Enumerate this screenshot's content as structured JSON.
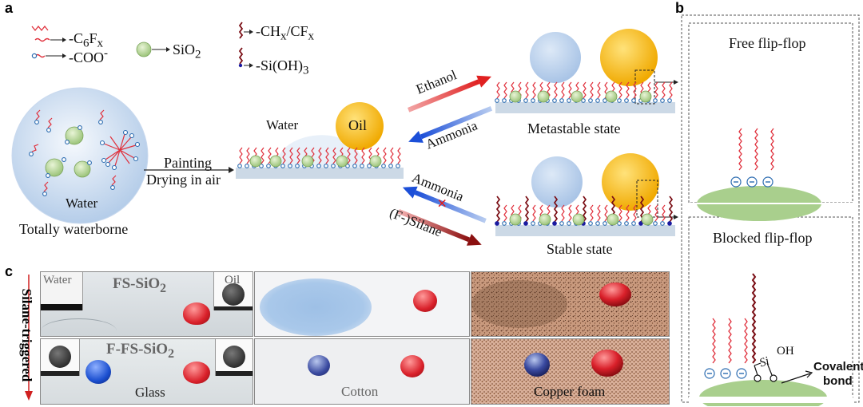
{
  "panels": {
    "a": "a",
    "b": "b",
    "c": "c"
  },
  "legend": {
    "c6fx_pre": "-C",
    "c6fx_sub": "6",
    "c6fx_mid": "F",
    "c6fx_sub2": "x",
    "coo": "-COO",
    "coo_sup": "-",
    "sio2": "SiO",
    "sio2_sub": "2",
    "chx_pre": "-CH",
    "chx_sub": "x",
    "chx_mid": "/CF",
    "chx_sub2": "x",
    "sioh": "-Si(OH)",
    "sioh_sub": "3"
  },
  "panel_a": {
    "water": "Water",
    "totally_waterborne": "Totally waterborne",
    "painting": "Painting",
    "drying": "Drying in air",
    "water_surface": "Water",
    "oil": "Oil",
    "ethanol": "Ethanol",
    "ammonia_top": "Ammonia",
    "metastable": "Metastable state",
    "ammonia_bottom": "Ammonia",
    "silane": "(F-)Silane",
    "stable": "Stable state"
  },
  "panel_b": {
    "free": "Free flip-flop",
    "blocked": "Blocked flip-flop",
    "si": "Si",
    "oh": "OH",
    "covalent1": "Covalent",
    "covalent2": "bond"
  },
  "panel_c": {
    "side_label": "Silane-triggered",
    "water": "Water",
    "oil": "Oil",
    "fs_pre": "FS-SiO",
    "fs_sub": "2",
    "ffs_pre": "F-FS-SiO",
    "ffs_sub": "2",
    "glass": "Glass",
    "cotton": "Cotton",
    "copper": "Copper foam"
  }
}
